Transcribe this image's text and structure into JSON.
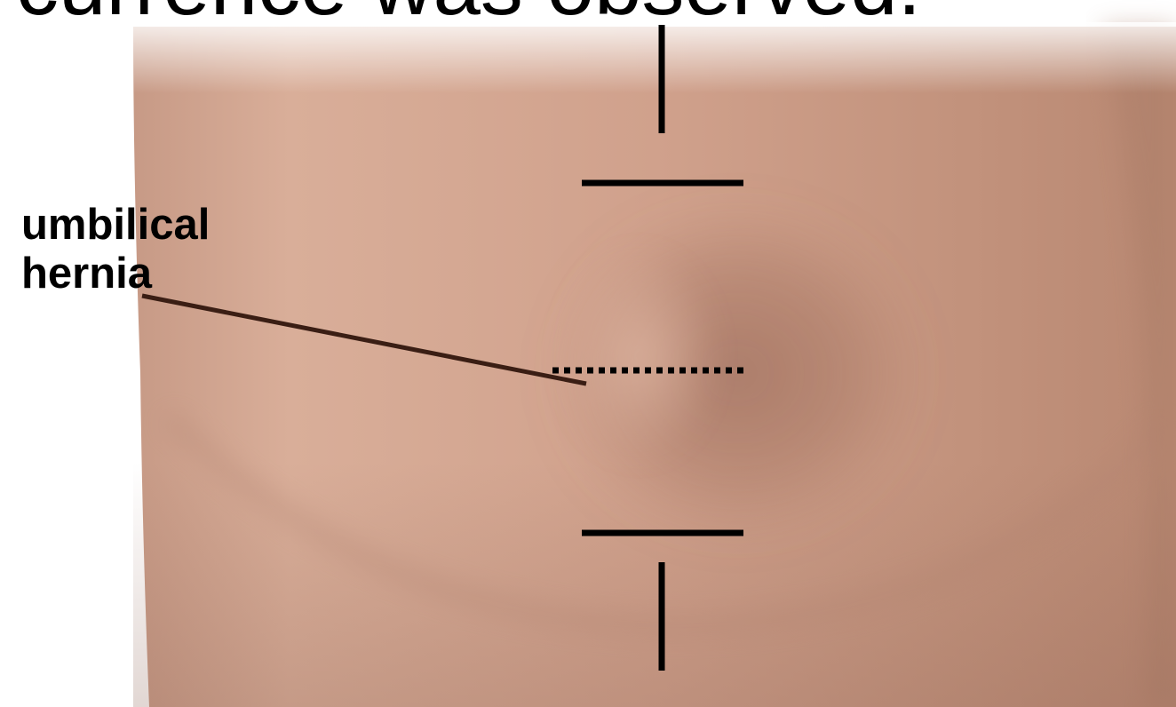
{
  "header": {
    "partial_text": "currence was observed."
  },
  "diagram": {
    "label_line1": "umbilical",
    "label_line2": "hernia",
    "colors": {
      "skin_light": "#d7ab96",
      "skin_mid": "#c9967f",
      "skin_dark": "#a9786a",
      "lines": "#000000"
    }
  }
}
